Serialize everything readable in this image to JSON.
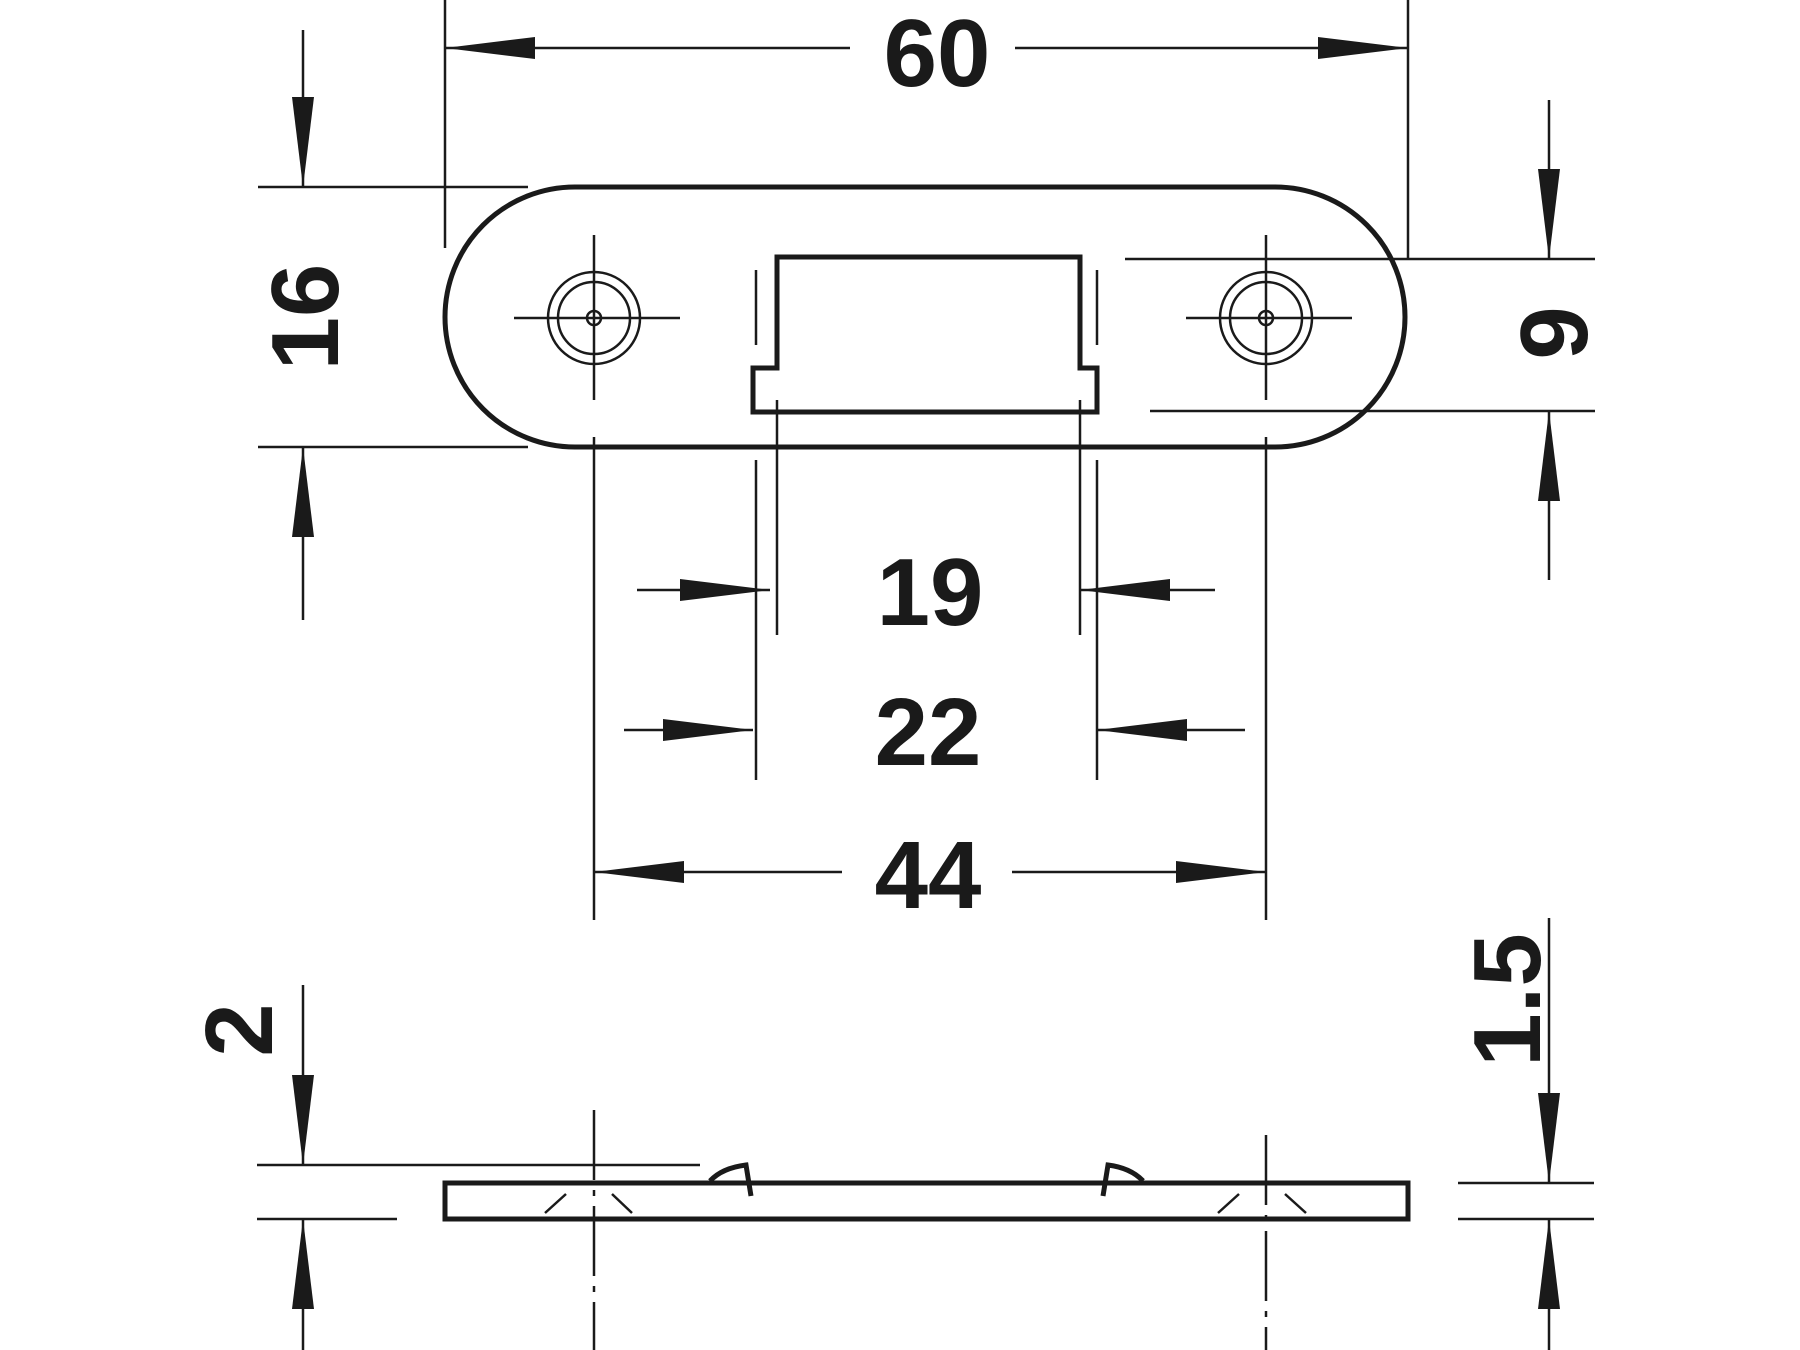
{
  "dimensions": {
    "overall_length": "60",
    "plate_width": "16",
    "hole_distance": "44",
    "opening_inner": "19",
    "opening_outer": "22",
    "opening_height": "9",
    "plate_thickness": "2",
    "tab_thickness": "1.5"
  },
  "colors": {
    "line": "#1a1a1a",
    "background": "#ffffff"
  }
}
